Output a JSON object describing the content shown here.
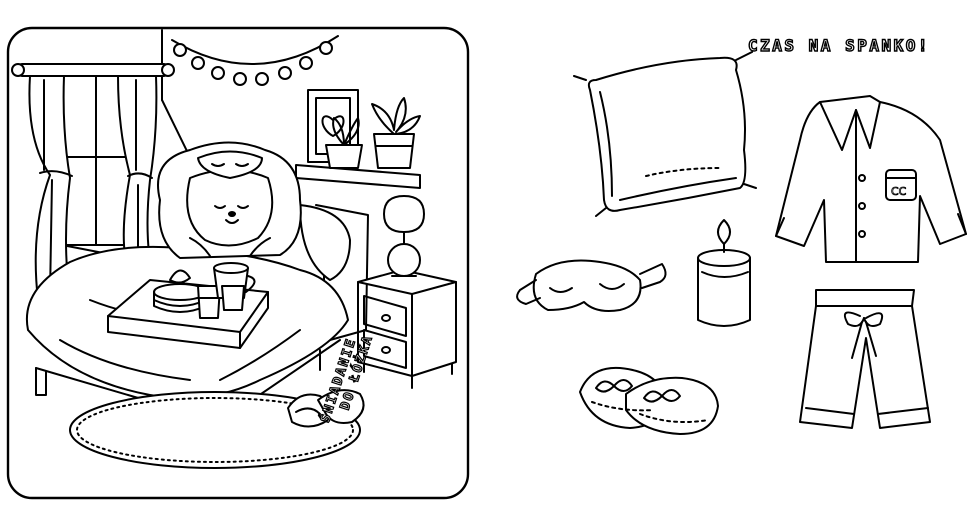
{
  "page": {
    "title": "CZAS NA SPANKO!",
    "caption_line1": "ŚNIADANIE",
    "caption_line2": "DO ŁÓŻKA"
  },
  "style": {
    "ink": "#000000",
    "paper": "#ffffff"
  }
}
